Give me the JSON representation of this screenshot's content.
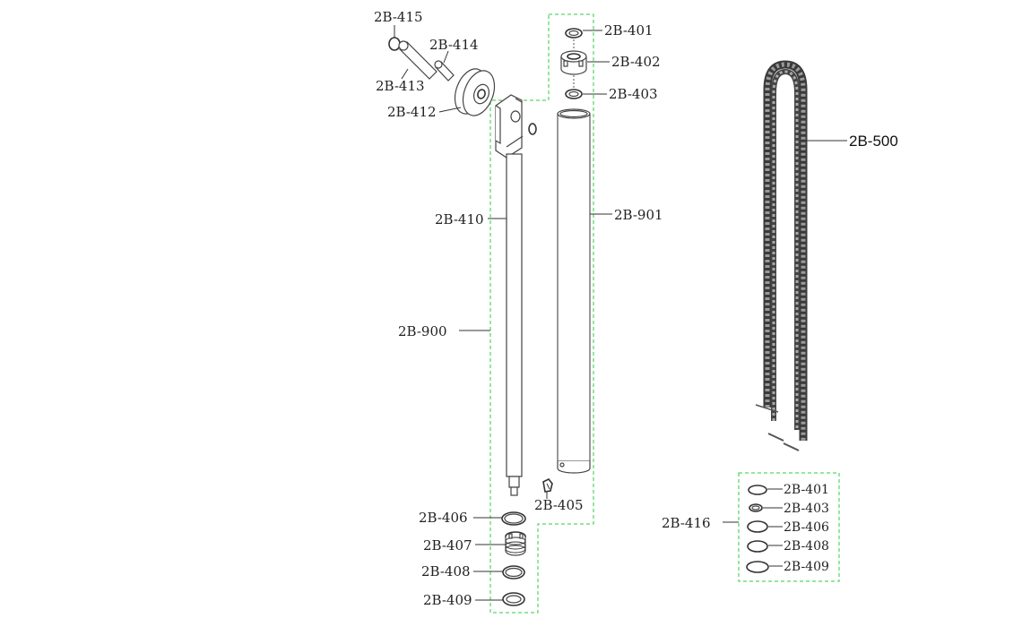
{
  "labels": {
    "p415": "2B-415",
    "p414": "2B-414",
    "p413": "2B-413",
    "p412": "2B-412",
    "p401": "2B-401",
    "p402": "2B-402",
    "p403": "2B-403",
    "p410": "2B-410",
    "p901": "2B-901",
    "p900": "2B-900",
    "p405": "2B-405",
    "p406": "2B-406",
    "p407": "2B-407",
    "p408": "2B-408",
    "p409": "2B-409",
    "p500": "2B-500",
    "p416": "2B-416"
  },
  "kit": {
    "title": "2B-416",
    "items": [
      "2B-401",
      "2B-403",
      "2B-406",
      "2B-408",
      "2B-409"
    ]
  },
  "colors": {
    "group_outline": "#2ecc40",
    "line": "#333333"
  }
}
